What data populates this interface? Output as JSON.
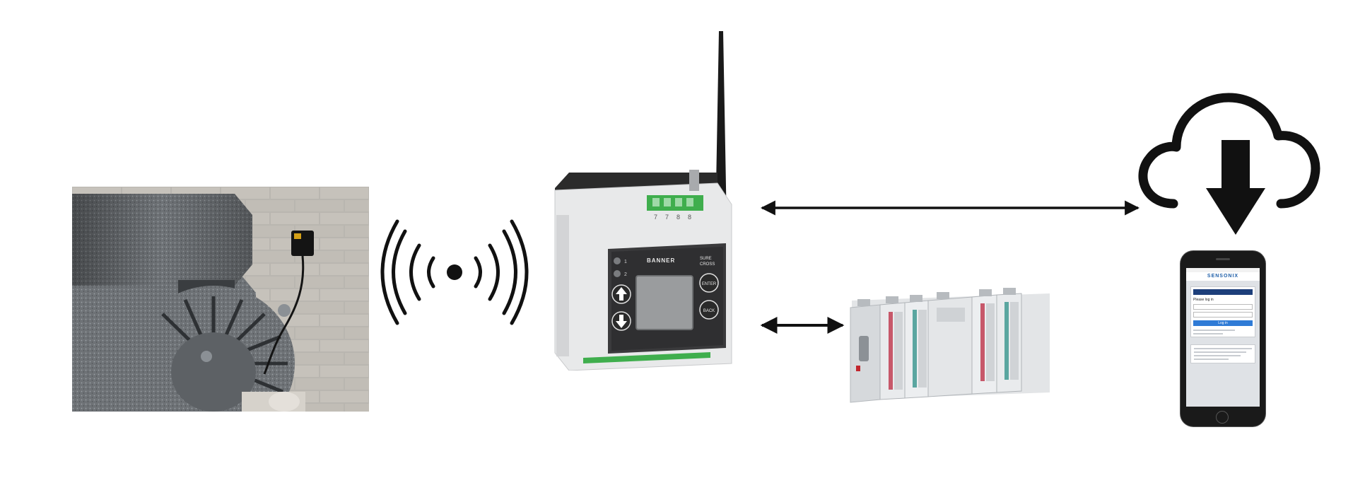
{
  "diagram": {
    "nodes": [
      {
        "id": "motor-sensor",
        "label": "",
        "icon": "motor-with-vibration-sensor-photo"
      },
      {
        "id": "wireless-signal",
        "label": "",
        "icon": "wireless-broadcast-icon"
      },
      {
        "id": "controller",
        "label": "",
        "icon": "din-rail-controller-with-antenna"
      },
      {
        "id": "plc",
        "label": "",
        "icon": "plc-rack-photo"
      },
      {
        "id": "cloud",
        "label": "",
        "icon": "cloud-download-icon"
      },
      {
        "id": "phone",
        "label": "",
        "icon": "smartphone-web-app"
      }
    ],
    "edges": [
      {
        "from": "controller",
        "to": "cloud",
        "style": "double-arrow"
      },
      {
        "from": "controller",
        "to": "plc",
        "style": "double-arrow"
      }
    ]
  },
  "controller": {
    "brand": "BANNER",
    "model_line1": "SURE",
    "model_line2": "CROSS",
    "led1": "1",
    "led2": "2",
    "enter_label": "ENTER",
    "back_label": "BACK",
    "terminal_numbers": [
      "7",
      "7",
      "8",
      "8"
    ]
  },
  "phone": {
    "brand": "SENSONIX",
    "login_heading": "Please log in",
    "login_button": "Log in",
    "colors": {
      "brand": "#1f5fa8",
      "header_bar": "#1d3f7a",
      "button": "#2f7bd6"
    }
  }
}
